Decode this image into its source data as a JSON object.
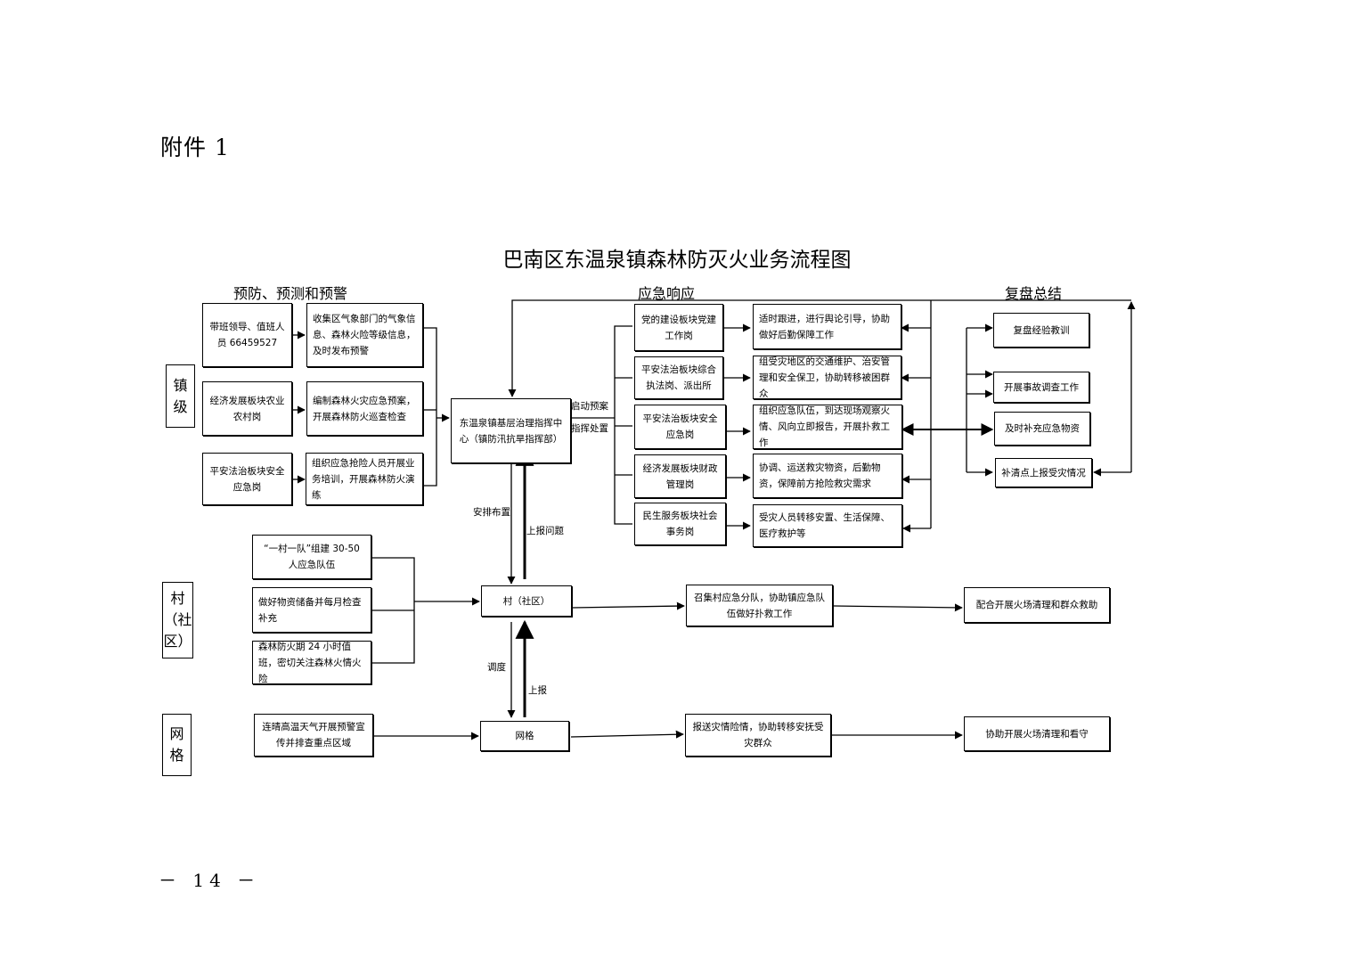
{
  "attachment_label": "附件 1",
  "title": "巴南区东温泉镇森林防灭火业务流程图",
  "sections": {
    "prevention": "预防、预测和预警",
    "response": "应急响应",
    "review": "复盘总结"
  },
  "levels": {
    "town": "镇级",
    "village": "村（社区）",
    "grid": "网格"
  },
  "town_posts": [
    {
      "post": "带班领导、值班人员 66459527",
      "task": "收集区气象部门的气象信息、森林火险等级信息，及时发布预警"
    },
    {
      "post": "经济发展板块农业农村岗",
      "task": "编制森林火灾应急预案，开展森林防火巡查检查"
    },
    {
      "post": "平安法治板块安全应急岗",
      "task": "组织应急抢险人员开展业务培训，开展森林防火演练"
    }
  ],
  "command_center": "东温泉镇基层治理指挥中心（镇防汛抗旱指挥部）",
  "center_out_labels": [
    "启动预案",
    "指挥处置"
  ],
  "response_units": [
    {
      "post": "党的建设板块党建工作岗",
      "task": "适时跟进，进行舆论引导，协助做好后勤保障工作"
    },
    {
      "post": "平安法治板块综合执法岗、派出所",
      "task": "组受灾地区的交通维护、治安管理和安全保卫，协助转移被困群众"
    },
    {
      "post": "平安法治板块安全应急岗",
      "task": "组织应急队伍，到达现场观察火情、风向立即报告，开展扑救工作"
    },
    {
      "post": "经济发展板块财政管理岗",
      "task": "协调、运送救灾物资，后勤物资，保障前方抢险救灾需求"
    },
    {
      "post": "民生服务板块社会事务岗",
      "task": "受灾人员转移安置、生活保障、医疗救护等"
    }
  ],
  "review_items": [
    "复盘经验教训",
    "开展事故调查工作",
    "及时补充应急物资",
    "补清点上报受灾情况"
  ],
  "village_tasks": [
    "“一村一队”组建 30-50 人应急队伍",
    "做好物资储备并每月检查补充",
    "森林防火期 24 小时值班，密切关注森林火情火险"
  ],
  "village_node": "村（社区）",
  "village_actions": [
    "召集村应急分队，协助镇应急队伍做好扑救工作",
    "配合开展火场清理和群众救助"
  ],
  "grid_task": "连晴高温天气开展预警宣传并排查重点区域",
  "grid_node": "网格",
  "grid_actions": [
    "报送灾情险情，协助转移安抚受灾群众",
    "协助开展火场清理和看守"
  ],
  "vertical_labels": {
    "down1": "安排布置",
    "up1": "上报问题",
    "down2": "调度",
    "up2": "上报"
  },
  "page_number": "－ 14 －"
}
